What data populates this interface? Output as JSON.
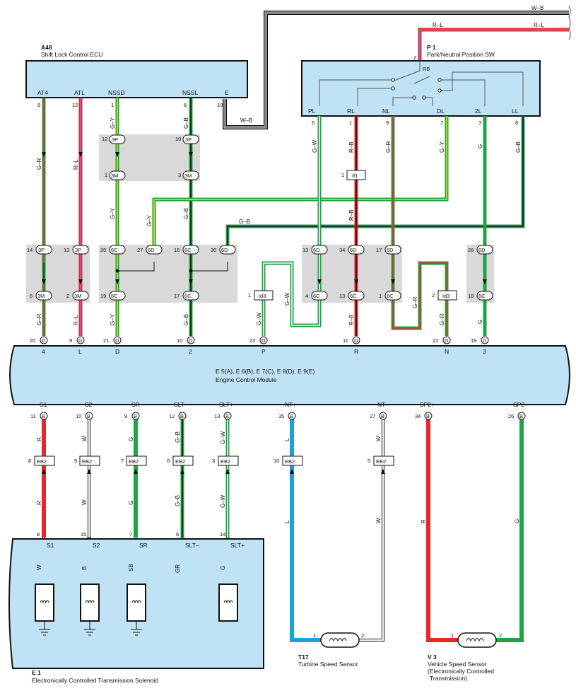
{
  "colors": {
    "green": "#1fa347",
    "red": "#e8262b",
    "yellow": "#f3e600",
    "blue": "#1aa0dc",
    "lightblue": "#9fd3ef",
    "gray": "#999999",
    "black": "#111111",
    "ecm_fill": "#bfe3f4",
    "connector_fill": "#d9d9d9"
  },
  "a48": {
    "code": "A48",
    "name": "Shift Lock Control ECU",
    "pins": {
      "at4": "AT4",
      "atl": "ATL",
      "nssd": "NSSD",
      "nssl": "NSSL",
      "e": "E"
    },
    "pin_numbers": {
      "at4": "8",
      "atl": "12",
      "nssd": "1",
      "nssl": "6",
      "e": "10"
    }
  },
  "p1": {
    "code": "P 1",
    "name": "Park/Neutral Position SW",
    "rb_pin": "2",
    "rb_label": "RB",
    "terminals": [
      "PL",
      "RL",
      "NL",
      "DL",
      "2L",
      "LL"
    ],
    "pin_numbers": [
      "6",
      "1",
      "9",
      "7",
      "3",
      "8"
    ]
  },
  "top_wires": {
    "wb": "W–B",
    "rl": "R–L"
  },
  "wire_colors": {
    "gr": "G–R",
    "rl": "R–L",
    "gy": "G–Y",
    "gb": "G–B",
    "gw": "G–W",
    "rb": "R–B",
    "g": "G",
    "wb": "W–B",
    "r": "R",
    "w": "W",
    "l": "L",
    "b": "B",
    "sb": "SB",
    "gr2": "GR"
  },
  "junctions": {
    "j3p_12": "12",
    "j3p_10": "10",
    "j3p": "3P",
    "j3m": "3M",
    "j3m_1": "1",
    "j3m_3": "3",
    "if1_pin": "1",
    "if1": "If1",
    "row2": [
      {
        "pin": "14",
        "conn": "3P"
      },
      {
        "pin": "13",
        "conn": "3P"
      },
      {
        "pin": "20",
        "conn": "6C"
      },
      {
        "pin": "27",
        "conn": "6D"
      },
      {
        "pin": "16",
        "conn": "6C"
      },
      {
        "pin": "30",
        "conn": "6D"
      },
      {
        "pin": "13",
        "conn": "6D"
      },
      {
        "pin": "34",
        "conn": "6D"
      },
      {
        "pin": "17",
        "conn": "6D"
      },
      {
        "pin": "28",
        "conn": "6D"
      }
    ],
    "row3": [
      {
        "pin": "6",
        "conn": "3M"
      },
      {
        "pin": "2",
        "conn": "3M"
      },
      {
        "pin": "19",
        "conn": "6C"
      },
      {
        "pin": "17",
        "conn": "6C"
      },
      {
        "pin": "4",
        "conn": "6C"
      },
      {
        "pin": "13",
        "conn": "6C"
      },
      {
        "pin": "1",
        "conn": "6C"
      },
      {
        "pin": "18",
        "conn": "6C"
      }
    ],
    "id3_a_pin": "1",
    "id3_b_pin": "2",
    "id3": "Id3"
  },
  "ecm": {
    "title": "E 5(A), E 6(B), E 7(C), E 8(D), E 9(E)",
    "name": "Engine Control Module",
    "top_pins": [
      {
        "num": "20",
        "conn": "D",
        "label": "4"
      },
      {
        "num": "9",
        "conn": "D",
        "label": "L"
      },
      {
        "num": "21",
        "conn": "D",
        "label": "D"
      },
      {
        "num": "10",
        "conn": "D",
        "label": "2"
      },
      {
        "num": "23",
        "conn": "D",
        "label": "P"
      },
      {
        "num": "11",
        "conn": "D",
        "label": "R"
      },
      {
        "num": "22",
        "conn": "D",
        "label": "N"
      },
      {
        "num": "19",
        "conn": "D",
        "label": "3"
      }
    ],
    "bottom_pins": [
      {
        "num": "11",
        "conn": "B",
        "label": "S1"
      },
      {
        "num": "10",
        "conn": "B",
        "label": "S2"
      },
      {
        "num": "9",
        "conn": "B",
        "label": "SR"
      },
      {
        "num": "12",
        "conn": "B",
        "label": "SLT–"
      },
      {
        "num": "13",
        "conn": "B",
        "label": "SLT+"
      },
      {
        "num": "35",
        "conn": "B",
        "label": "NT+"
      },
      {
        "num": "27",
        "conn": "B",
        "label": "NT–"
      },
      {
        "num": "34",
        "conn": "B",
        "label": "SP2+"
      },
      {
        "num": "26",
        "conn": "B",
        "label": "SP2–"
      }
    ]
  },
  "eb2": {
    "conn": "EB2",
    "pins": [
      "8",
      "9",
      "7",
      "6",
      "3",
      "10",
      "5"
    ]
  },
  "e1": {
    "code": "E 1",
    "name": "Electronically Controlled Transmission Solenoid",
    "pins": [
      {
        "num": "8",
        "label": "S1"
      },
      {
        "num": "15",
        "label": "S2"
      },
      {
        "num": "7",
        "label": "SR"
      },
      {
        "num": "6",
        "label": "SLT–"
      },
      {
        "num": "14",
        "label": "SLT+"
      }
    ]
  },
  "t17": {
    "code": "T17",
    "name": "Turbine Speed Sensor",
    "pin1": "1",
    "pin2": "2"
  },
  "v3": {
    "code": "V 3",
    "name": "Vehicle Speed Sensor",
    "sub1": "(Electronically Controlled",
    "sub2": "Transmission)",
    "pin1": "1",
    "pin2": "2"
  }
}
